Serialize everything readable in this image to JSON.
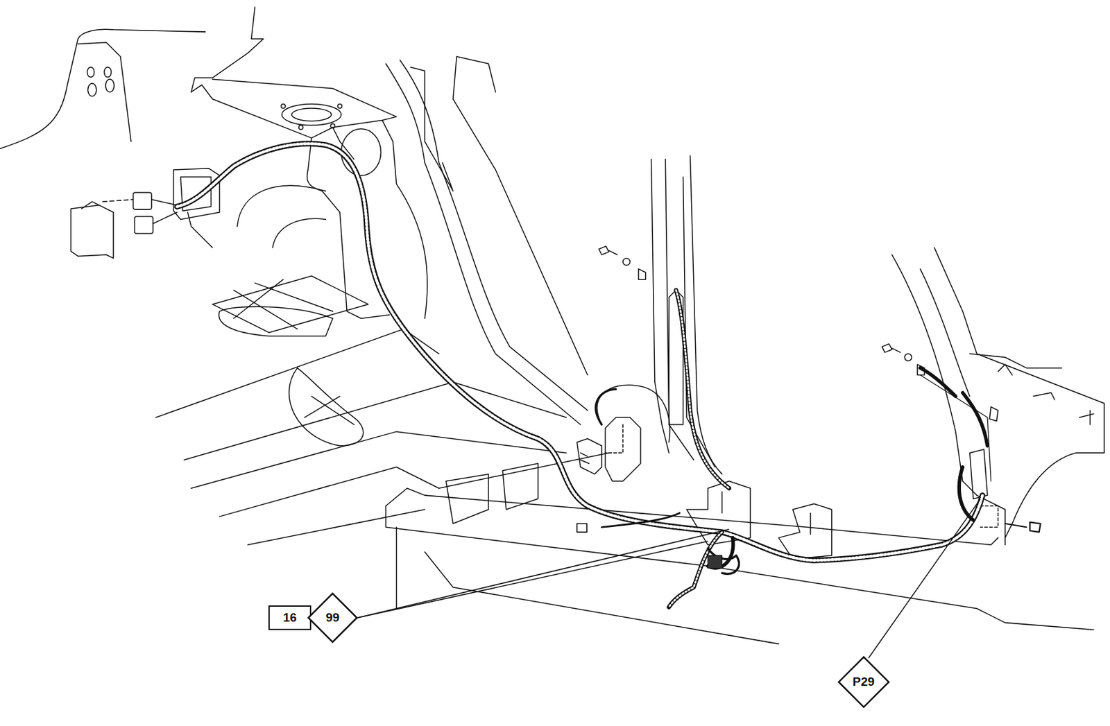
{
  "diagram": {
    "nodes": [
      {
        "text": [
          "16"
        ]
      },
      {
        "text": [
          "99"
        ]
      },
      {
        "text": [
          "P29"
        ]
      }
    ]
  }
}
